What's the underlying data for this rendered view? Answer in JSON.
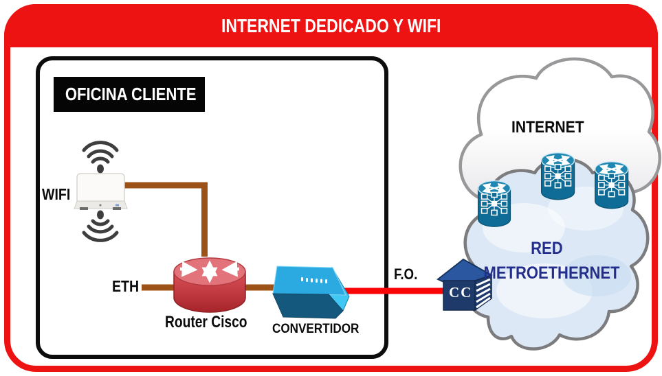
{
  "title": "INTERNET DEDICADO Y WIFI",
  "office": {
    "label": "OFICINA CLIENTE"
  },
  "nodes": {
    "wifi": {
      "label": "WIFI",
      "icon": "wifi-access-point"
    },
    "router": {
      "label": "Router Cisco",
      "icon": "cisco-router-cylinder"
    },
    "converter": {
      "label": "CONVERTIDOR",
      "icon": "media-converter-box"
    },
    "building": {
      "label": "CC",
      "icon": "building"
    },
    "internet_cloud": {
      "label": "INTERNET",
      "icon": "cloud"
    },
    "metro_cloud": {
      "label_line1": "RED",
      "label_line2": "METROETHERNET",
      "icon": "cloud"
    }
  },
  "links": {
    "eth": {
      "label": "ETH",
      "type": "copper"
    },
    "fiber": {
      "label": "F.O.",
      "type": "fiber-optic"
    }
  },
  "icons": {
    "wifi_signal": "concentric-arcs-with-dot",
    "switch": "teal-cylinder-switch",
    "router_arrows": "two-in-two-out-arrows"
  },
  "colors": {
    "frame_red": "#EE1313",
    "fiber_red": "#F90505",
    "copper_brown": "#9C5217",
    "router_red": "#C9343A",
    "converter_blue": "#2BAAE2",
    "converter_dark": "#15587E",
    "switch_teal": "#0F6C96",
    "navy_text": "#232D8C",
    "building_navy": "#1E3A6B",
    "cloud_blue_fill": "#DCE8F5",
    "title_text": "#FFFFFF",
    "label_black": "#0A0A0A"
  }
}
